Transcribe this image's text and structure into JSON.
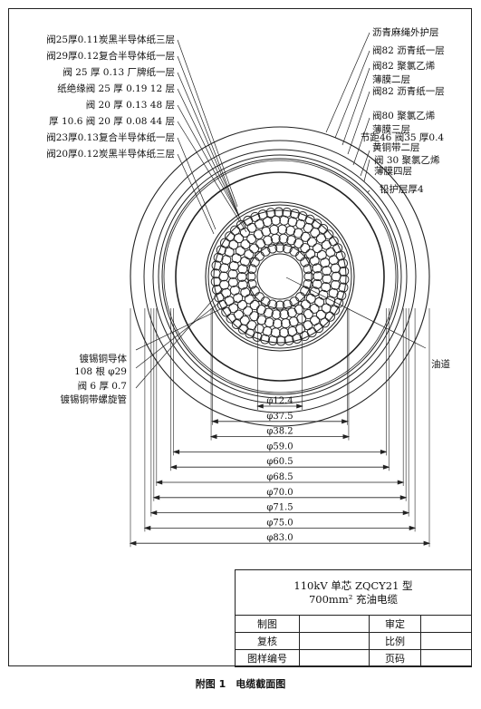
{
  "labels_left": [
    "阀25厚0.11炭黑半导体纸三层",
    "阀29厚0.12复合半导体纸一层",
    "阀 25 厚 0.13 厂牌纸一层",
    "纸绝缘阀 25 厚 0.19 12 层",
    "阀 20 厚 0.13 48 层",
    "厚 10.6 阀 20 厚 0.08 44 层",
    "阀23厚0.13复合半导体纸一层",
    "阀20厚0.12炭黑半导体纸三层"
  ],
  "labels_right": [
    "沥青麻绳外护层",
    "阀82 沥青纸一层",
    "阀82 聚氯乙烯",
    "薄膜二层",
    "阀82 沥青纸一层",
    "阀80 聚氯乙烯",
    "薄膜三层",
    "节距46 阀35 厚0.4",
    "黄铜带二层",
    "阀 30 聚氯乙烯",
    "薄膜四层",
    "铅护层厚4"
  ],
  "labels_bottom_left": [
    "镀锡铜导体",
    "108 根 φ29",
    "阀 6 厚 0.7",
    "镀锡铜带螺旋管"
  ],
  "label_oil_duct": "油道",
  "dimensions": [
    "φ12.4",
    "φ37.5",
    "φ38.2",
    "φ59.0",
    "φ60.5",
    "φ68.5",
    "φ70.0",
    "φ71.5",
    "φ75.0",
    "φ83.0"
  ],
  "title_block": {
    "title_line1": "110kV 单芯 ZQCY21 型",
    "title_line2": "700mm² 充油电缆",
    "drawn": "制图",
    "checked": "复核",
    "drawing_no": "图样编号",
    "approved": "审定",
    "scale": "比例",
    "page": "页码"
  },
  "caption": "附图 1　电缆截面图"
}
